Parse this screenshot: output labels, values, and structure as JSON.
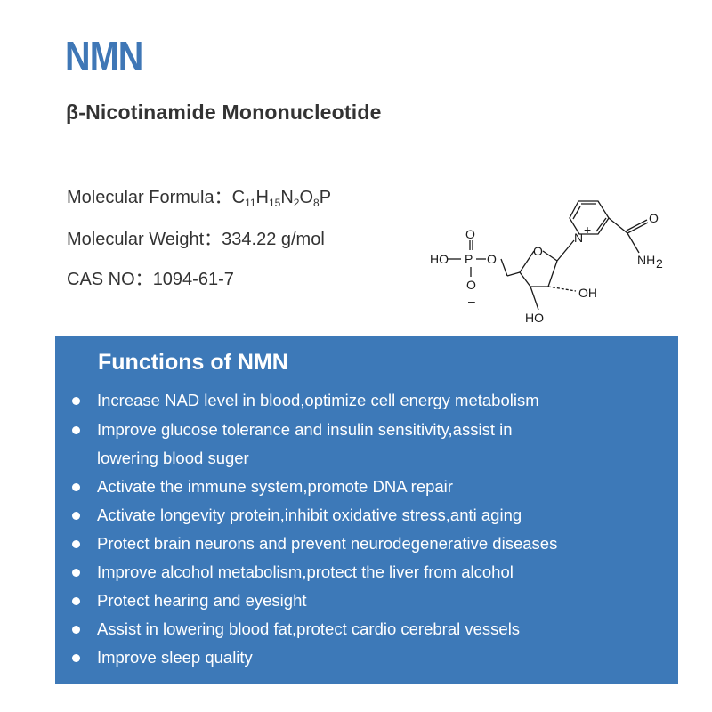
{
  "header": {
    "title": "NMN",
    "subtitle": "β-Nicotinamide Mononucleotide"
  },
  "specs": {
    "formula_label": "Molecular Formula：",
    "formula_parts": [
      "C",
      "11",
      "H",
      "15",
      "N",
      "2",
      "O",
      "8",
      "P"
    ],
    "weight_label": "Molecular Weight：",
    "weight_value": "334.22 g/mol",
    "cas_label": "CAS NO：",
    "cas_value": "1094-61-7"
  },
  "structure": {
    "labels": [
      "HO",
      "P",
      "O",
      "O",
      "O",
      "–",
      "O",
      "N",
      "+",
      "O",
      "NH",
      "2",
      "OH",
      "HO"
    ]
  },
  "functions": {
    "title": "Functions of NMN",
    "items": [
      "Increase NAD level in blood,optimize cell energy metabolism",
      "Improve glucose tolerance and insulin sensitivity,assist in",
      "lowering blood suger",
      "Activate the immune system,promote DNA repair",
      "Activate longevity protein,inhibit oxidative stress,anti aging",
      "Protect brain neurons and prevent neurodegenerative diseases",
      "Improve alcohol metabolism,protect the liver from alcohol",
      "Protect hearing and eyesight",
      "Assist in lowering blood fat,protect cardio cerebral vessels",
      "Improve sleep quality"
    ]
  },
  "colors": {
    "title_blue": "#3f77b6",
    "panel_blue": "#3d79b8",
    "text_dark": "#333333"
  }
}
